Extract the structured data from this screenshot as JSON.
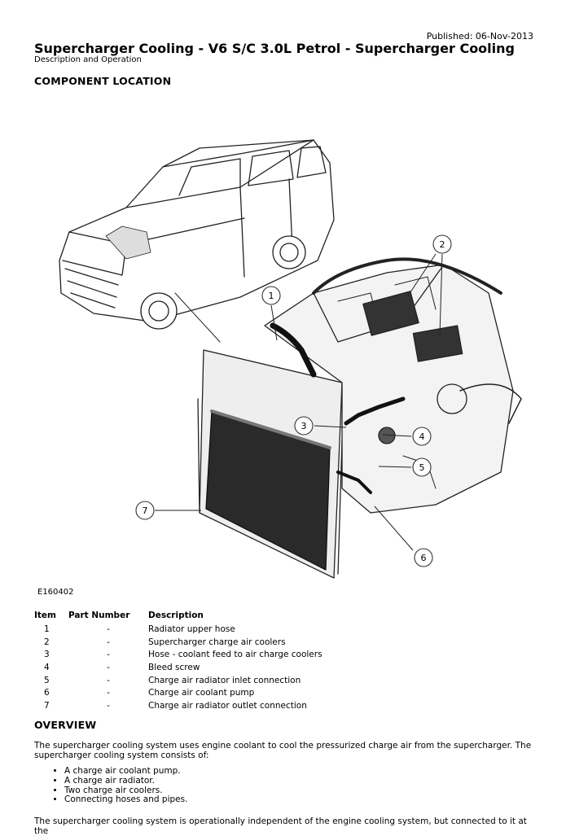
{
  "header": {
    "published": "Published: 06-Nov-2013",
    "title": "Supercharger Cooling - V6 S/C 3.0L Petrol - Supercharger Cooling",
    "subtitle": "Description and Operation"
  },
  "component_location": {
    "heading": "COMPONENT LOCATION",
    "figure_id": "E160402",
    "callouts": [
      "1",
      "2",
      "3",
      "4",
      "5",
      "6",
      "7"
    ]
  },
  "parts_table": {
    "headers": [
      "Item",
      "Part Number",
      "Description"
    ],
    "rows": [
      {
        "item": "1",
        "part": "-",
        "desc": "Radiator upper hose"
      },
      {
        "item": "2",
        "part": "-",
        "desc": "Supercharger charge air coolers"
      },
      {
        "item": "3",
        "part": "-",
        "desc": "Hose - coolant feed to air charge coolers"
      },
      {
        "item": "4",
        "part": "-",
        "desc": "Bleed screw"
      },
      {
        "item": "5",
        "part": "-",
        "desc": "Charge air radiator inlet connection"
      },
      {
        "item": "6",
        "part": "-",
        "desc": "Charge air coolant pump"
      },
      {
        "item": "7",
        "part": "-",
        "desc": "Charge air radiator outlet connection"
      }
    ]
  },
  "overview": {
    "heading": "OVERVIEW",
    "intro": "The supercharger cooling system uses engine coolant to cool the pressurized charge air from the supercharger. The supercharger cooling system consists of:",
    "items": [
      "A charge air coolant pump.",
      "A charge air radiator.",
      "Two charge air coolers.",
      "Connecting hoses and pipes."
    ],
    "closing": "The supercharger cooling system is operationally independent of the engine cooling system, but connected to it at the"
  }
}
